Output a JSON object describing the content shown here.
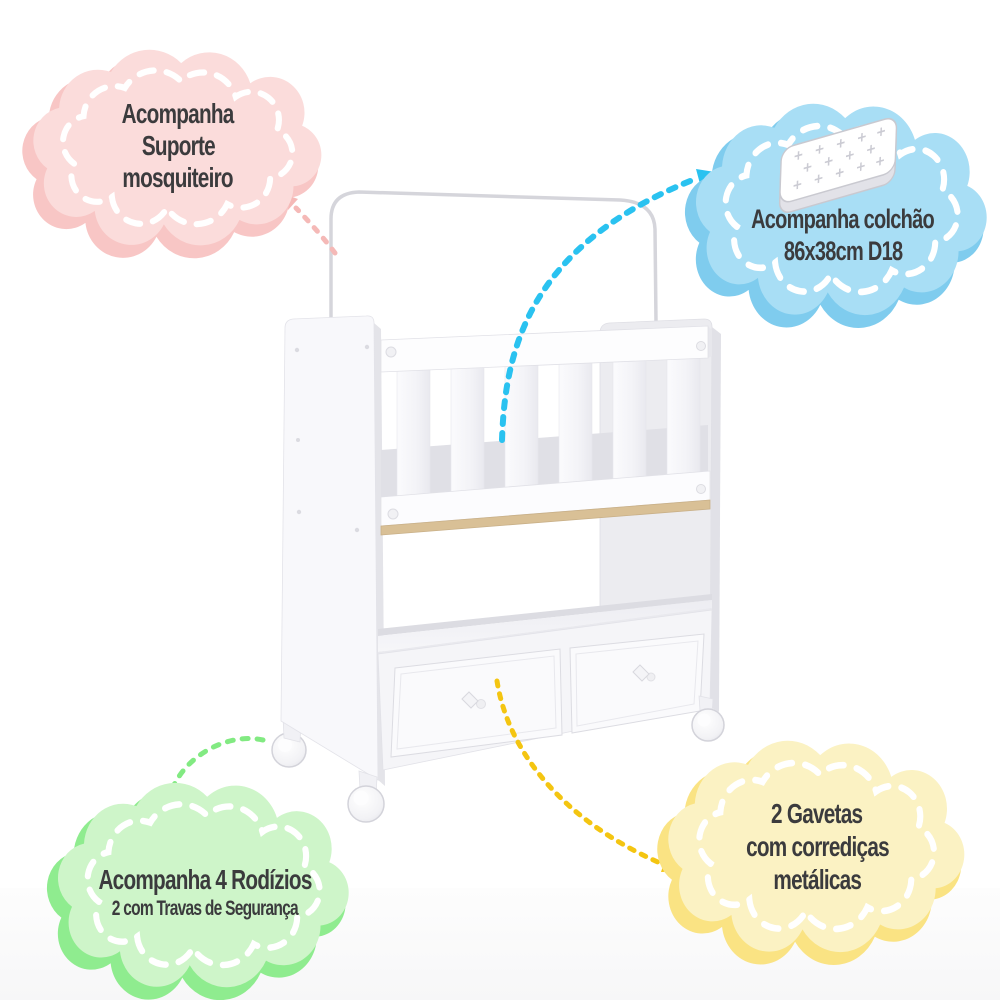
{
  "page": {
    "type": "product-infographic",
    "background": "#FFFFFF",
    "text_color": "#3B3B3D"
  },
  "callouts": {
    "mosquiteiro": {
      "lines": [
        "Acompanha",
        "Suporte",
        "mosquiteiro"
      ],
      "cloud_light": "#FBDCDB",
      "cloud_dark": "#F8C6C5",
      "arrow_color": "#F5B9B7"
    },
    "colchao": {
      "icon": "mattress-icon",
      "lines": [
        "Acompanha colchão",
        "86x38cm D18"
      ],
      "cloud_light": "#A8DEF5",
      "cloud_dark": "#7FCCEE",
      "arrow_color": "#2AC2F0"
    },
    "rodizios": {
      "lines": [
        "Acompanha 4 Rodízios",
        "2 com Travas de Segurança"
      ],
      "cloud_light": "#CEF5C9",
      "cloud_dark": "#8FEC8F",
      "arrow_color": "#82EA82"
    },
    "gavetas": {
      "lines": [
        "2 Gavetas",
        "com corrediças",
        "metálicas"
      ],
      "cloud_light": "#FBF2C3",
      "cloud_dark": "#FAE383",
      "arrow_color": "#F4C511"
    }
  },
  "illustration": {
    "subject": "white baby crib with mosquito-net support bar, slatted rail, shelf, two drawers and caster wheels",
    "wood_strip_color": "#D9C096"
  }
}
